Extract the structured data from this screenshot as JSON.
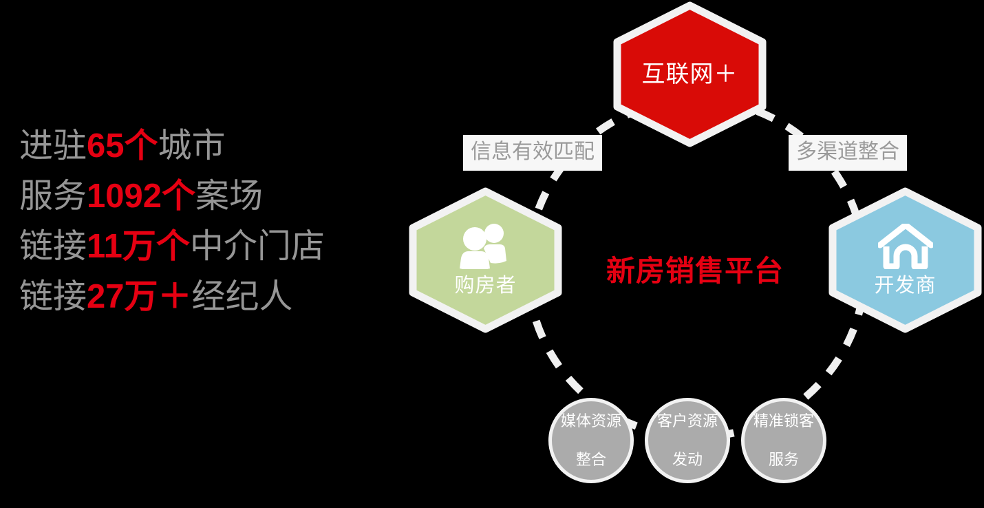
{
  "stats": {
    "lines": [
      {
        "prefix": "进驻",
        "highlight": "65个",
        "suffix": "城市"
      },
      {
        "prefix": "服务",
        "highlight": "1092个",
        "suffix": "案场"
      },
      {
        "prefix": "链接",
        "highlight": "11万个",
        "suffix": "中介门店"
      },
      {
        "prefix": "链接",
        "highlight": "27万＋",
        "suffix": "经纪人"
      }
    ]
  },
  "diagram": {
    "center_title": "新房销售平台",
    "nodes": [
      {
        "id": "internet-plus",
        "label": "互联网＋",
        "color": "#D90B07",
        "icon": "none"
      },
      {
        "id": "home-buyer",
        "label": "购房者",
        "color": "#C3D79B",
        "icon": "people-icon"
      },
      {
        "id": "developer",
        "label": "开发商",
        "color": "#8BC9E0",
        "icon": "house-icon"
      }
    ],
    "connector_labels": [
      {
        "id": "left",
        "text": "信息有效匹配"
      },
      {
        "id": "right",
        "text": "多渠道整合"
      }
    ],
    "service_circles": [
      {
        "line1": "媒体资源",
        "line2": "整合"
      },
      {
        "line1": "客户资源",
        "line2": "发动"
      },
      {
        "line1": "精准锁客",
        "line2": "服务"
      }
    ]
  },
  "colors": {
    "background": "#000000",
    "accent_red": "#E60012",
    "hex_red": "#D90B07",
    "hex_green": "#C3D79B",
    "hex_blue": "#8BC9E0",
    "circle_gray": "#ABABAB",
    "text_gray": "#969696",
    "ring_white": "#F0F0F0"
  }
}
